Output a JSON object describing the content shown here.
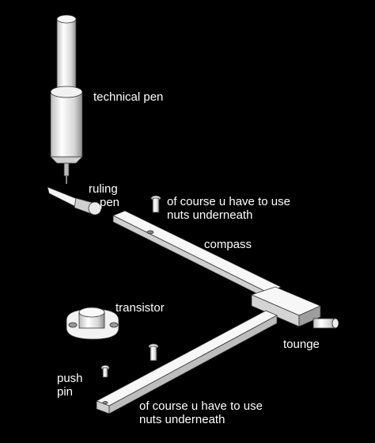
{
  "labels": {
    "technical_pen": "technical pen",
    "ruling_pen": [
      "ruling",
      "pen"
    ],
    "nuts_note_top": [
      "of course u have to use",
      "nuts underneath"
    ],
    "compass": "compass",
    "transistor": "transistor",
    "tounge": "tounge",
    "push_pin": [
      "push",
      "pin"
    ],
    "nuts_note_bottom": [
      "of course u have to use",
      "nuts underneath"
    ]
  },
  "colors": {
    "background": "#000000",
    "part_light": "#f4f4f4",
    "part_mid": "#cfcfcf",
    "part_dark": "#9a9a9a",
    "outline": "#333333",
    "label": "#ffffff"
  }
}
